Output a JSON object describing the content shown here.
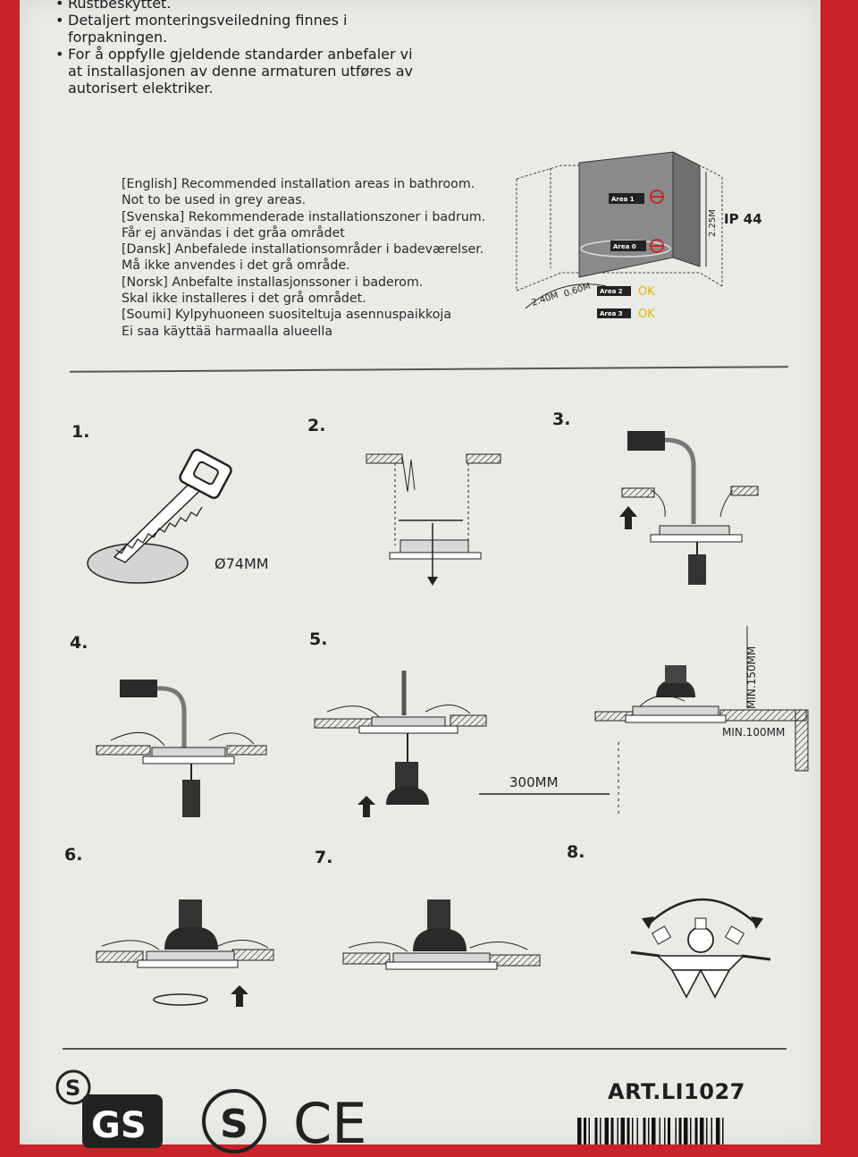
{
  "bullets": [
    "Rustbeskyttet.",
    "Detaljert monteringsveiledning finnes i forpakningen.",
    "For å oppfylle gjeldende standarder anbefaler vi at installasjonen av denne armaturen utføres av autorisert elektriker."
  ],
  "zones_text": [
    "[English] Recommended installation areas in bathroom.",
    "Not to be used in grey areas.",
    "[Svenska] Rekommenderade installationszoner i badrum.",
    "Får ej användas i det gråa området",
    "[Dansk] Anbefalede installationsområder i badeværelser.",
    "Må ikke anvendes i det grå område.",
    "[Norsk] Anbefalte installasjonssoner i baderom.",
    "Skal ikke installeres i det grå området.",
    "[Soumi] Kylpyhuoneen suositeltuja asennuspaikkoja",
    "Ei saa käyttää harmaalla alueella"
  ],
  "bathroom_diagram": {
    "ip_rating": "IP 44",
    "height_label": "2.25M",
    "width_label_1": "2.40M",
    "width_label_2": "0.60M",
    "area1": "Area 1",
    "area0": "Area 0",
    "area2": "Area 2",
    "area3": "Area 3",
    "ok2": "OK",
    "ok3": "OK"
  },
  "steps": [
    {
      "number": "1.",
      "label": "Ø74MM"
    },
    {
      "number": "2."
    },
    {
      "number": "3."
    },
    {
      "number": "4."
    },
    {
      "number": "5.",
      "label": "300MM",
      "label_min_height": "MIN.150MM",
      "label_min_width": "MIN.100MM"
    },
    {
      "number": "6."
    },
    {
      "number": "7."
    },
    {
      "number": "8."
    }
  ],
  "footer": {
    "article": "ART.LI1027",
    "gs_text": "GS",
    "ce_text": "CE"
  },
  "colors": {
    "border_red": "#c8222a",
    "paper": "#e9ebe7",
    "ok_yellow": "#e2b800",
    "no_red": "#c62828"
  }
}
